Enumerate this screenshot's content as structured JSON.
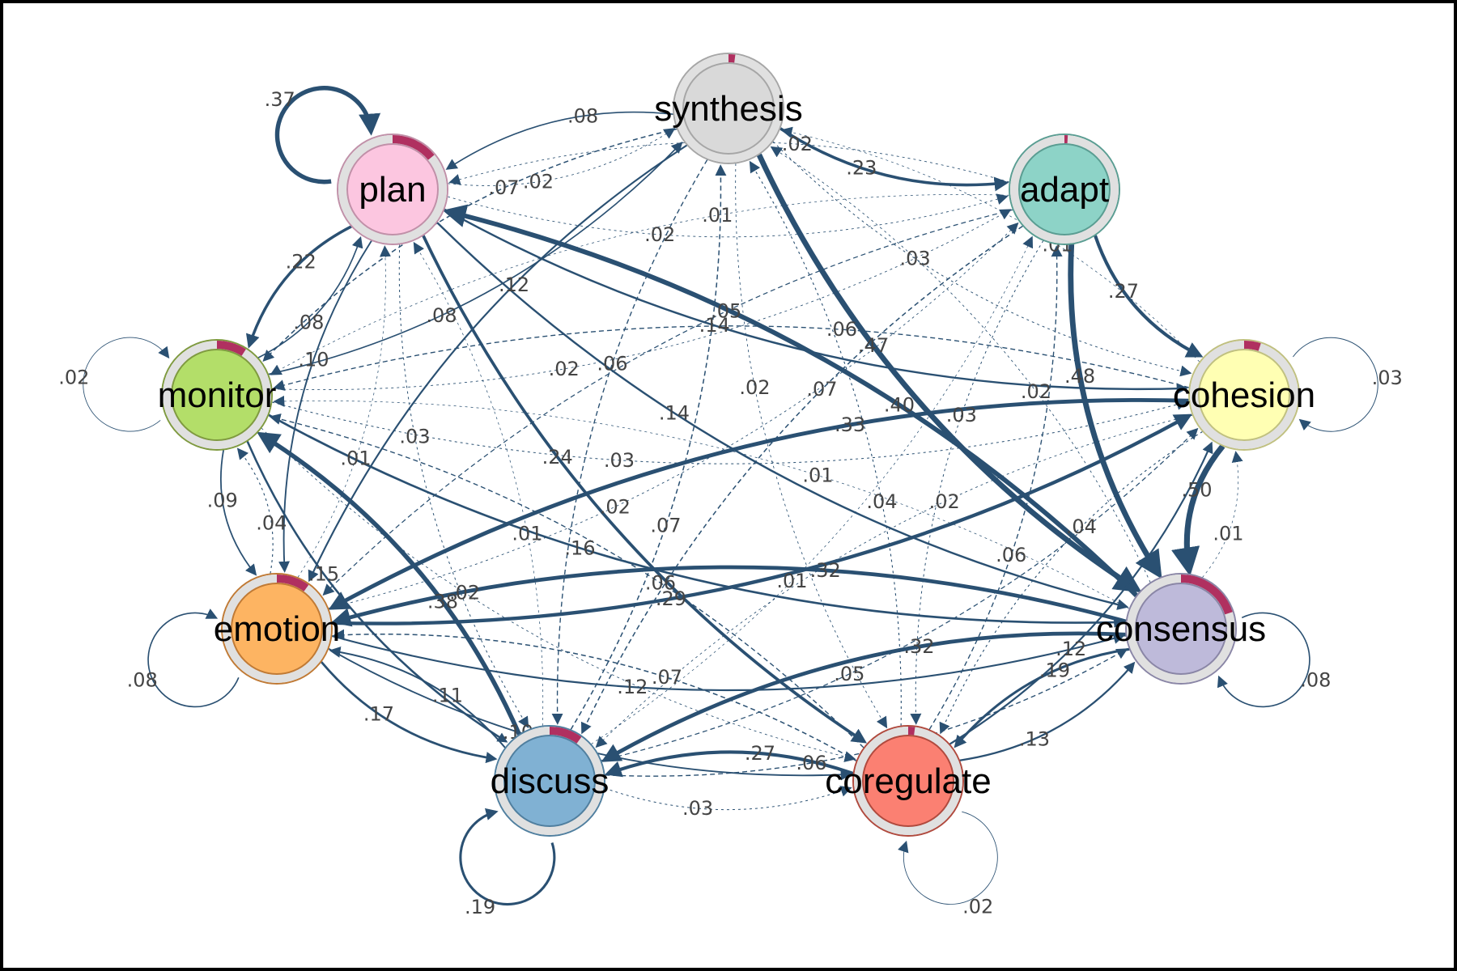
{
  "colors": {
    "edge": "#2a5072",
    "pie": "#b03060",
    "ring": "#e0e0e0"
  },
  "nodes": [
    {
      "id": "synthesis",
      "label": "synthesis",
      "fill": "#d9d9d9",
      "stroke": "#a6a6a6",
      "pie": 0.02
    },
    {
      "id": "plan",
      "label": "plan",
      "fill": "#fcc6e0",
      "stroke": "#c090a8",
      "pie": 0.14
    },
    {
      "id": "adapt",
      "label": "adapt",
      "fill": "#8dd3c7",
      "stroke": "#5a9d92",
      "pie": 0.01
    },
    {
      "id": "monitor",
      "label": "monitor",
      "fill": "#b3de69",
      "stroke": "#7f9a40",
      "pie": 0.09
    },
    {
      "id": "cohesion",
      "label": "cohesion",
      "fill": "#ffffb3",
      "stroke": "#c0c080",
      "pie": 0.05
    },
    {
      "id": "emotion",
      "label": "emotion",
      "fill": "#fdb462",
      "stroke": "#c07a35",
      "pie": 0.1
    },
    {
      "id": "consensus",
      "label": "consensus",
      "fill": "#bebada",
      "stroke": "#8a86a6",
      "pie": 0.2
    },
    {
      "id": "discuss",
      "label": "discuss",
      "fill": "#80b1d3",
      "stroke": "#507f9f",
      "pie": 0.1
    },
    {
      "id": "coregulate",
      "label": "coregulate",
      "fill": "#fb8072",
      "stroke": "#b04a3e",
      "pie": 0.02
    }
  ],
  "self_loops": [
    {
      "node": "plan",
      "label": ".37",
      "weight": 0.37
    },
    {
      "node": "monitor",
      "label": ".02",
      "weight": 0.02
    },
    {
      "node": "cohesion",
      "label": ".03",
      "weight": 0.03
    },
    {
      "node": "emotion",
      "label": ".08",
      "weight": 0.08
    },
    {
      "node": "consensus",
      "label": ".08",
      "weight": 0.08
    },
    {
      "node": "discuss",
      "label": ".19",
      "weight": 0.19
    },
    {
      "node": "coregulate",
      "label": ".02",
      "weight": 0.02
    }
  ],
  "edges": [
    {
      "from": "synthesis",
      "to": "plan",
      "label": ".08",
      "weight": 0.08
    },
    {
      "from": "synthesis",
      "to": "adapt",
      "label": ".23",
      "weight": 0.23
    },
    {
      "from": "adapt",
      "to": "plan",
      "label": ".02",
      "weight": 0.02
    },
    {
      "from": "plan",
      "to": "synthesis",
      "label": ".02",
      "weight": 0.02
    },
    {
      "from": "consensus",
      "to": "plan",
      "label": ".40",
      "weight": 0.4
    },
    {
      "from": "plan",
      "to": "consensus",
      "label": ".14",
      "weight": 0.14
    },
    {
      "from": "plan",
      "to": "cohesion",
      "label": ".14",
      "weight": 0.14
    },
    {
      "from": "adapt",
      "to": "cohesion",
      "label": ".27",
      "weight": 0.27
    },
    {
      "from": "adapt",
      "to": "consensus",
      "label": ".48",
      "weight": 0.48
    },
    {
      "from": "synthesis",
      "to": "consensus",
      "label": ".47",
      "weight": 0.47
    },
    {
      "from": "synthesis",
      "to": "cohesion",
      "label": ".03",
      "weight": 0.03
    },
    {
      "from": "plan",
      "to": "monitor",
      "label": ".22",
      "weight": 0.22
    },
    {
      "from": "monitor",
      "to": "plan",
      "label": ".08",
      "weight": 0.08
    },
    {
      "from": "plan",
      "to": "emotion",
      "label": ".10",
      "weight": 0.1
    },
    {
      "from": "emotion",
      "to": "plan",
      "label": ".01",
      "weight": 0.01
    },
    {
      "from": "plan",
      "to": "coregulate",
      "label": ".24",
      "weight": 0.24
    },
    {
      "from": "plan",
      "to": "discuss",
      "label": ".03",
      "weight": 0.03
    },
    {
      "from": "discuss",
      "to": "plan",
      "label": ".01",
      "weight": 0.01
    },
    {
      "from": "adapt",
      "to": "monitor",
      "label": ".01",
      "weight": 0.01
    },
    {
      "from": "monitor",
      "to": "adapt",
      "label": ".02",
      "weight": 0.02
    },
    {
      "from": "cohesion",
      "to": "monitor",
      "label": ".06",
      "weight": 0.06
    },
    {
      "from": "monitor",
      "to": "cohesion",
      "label": ".03",
      "weight": 0.03
    },
    {
      "from": "monitor",
      "to": "consensus",
      "label": ".16",
      "weight": 0.16
    },
    {
      "from": "consensus",
      "to": "monitor",
      "label": ".01",
      "weight": 0.01
    },
    {
      "from": "cohesion",
      "to": "emotion",
      "label": ".33",
      "weight": 0.33
    },
    {
      "from": "emotion",
      "to": "cohesion",
      "label": ".29",
      "weight": 0.29
    },
    {
      "from": "cohesion",
      "to": "consensus",
      "label": ".50",
      "weight": 0.5
    },
    {
      "from": "consensus",
      "to": "cohesion",
      "label": ".01",
      "weight": 0.01
    },
    {
      "from": "cohesion",
      "to": "discuss",
      "label": ".02",
      "weight": 0.02
    },
    {
      "from": "discuss",
      "to": "cohesion",
      "label": ".05",
      "weight": 0.05
    },
    {
      "from": "cohesion",
      "to": "coregulate",
      "label": ".04",
      "weight": 0.04
    },
    {
      "from": "monitor",
      "to": "emotion",
      "label": ".09",
      "weight": 0.09
    },
    {
      "from": "emotion",
      "to": "monitor",
      "label": ".04",
      "weight": 0.04
    },
    {
      "from": "monitor",
      "to": "discuss",
      "label": ".15",
      "weight": 0.15
    },
    {
      "from": "discuss",
      "to": "monitor",
      "label": ".38",
      "weight": 0.38
    },
    {
      "from": "monitor",
      "to": "coregulate",
      "label": ".02",
      "weight": 0.02
    },
    {
      "from": "synthesis",
      "to": "monitor",
      "label": ".07",
      "weight": 0.07
    },
    {
      "from": "consensus",
      "to": "emotion",
      "label": ".32",
      "weight": 0.32
    },
    {
      "from": "emotion",
      "to": "consensus",
      "label": ".12",
      "weight": 0.12
    },
    {
      "from": "emotion",
      "to": "discuss",
      "label": ".17",
      "weight": 0.17
    },
    {
      "from": "discuss",
      "to": "emotion",
      "label": ".11",
      "weight": 0.11
    },
    {
      "from": "emotion",
      "to": "coregulate",
      "label": ".10",
      "weight": 0.1
    },
    {
      "from": "coregulate",
      "to": "emotion",
      "label": ".07",
      "weight": 0.07
    },
    {
      "from": "consensus",
      "to": "discuss",
      "label": ".32",
      "weight": 0.32
    },
    {
      "from": "discuss",
      "to": "consensus",
      "label": ".06",
      "weight": 0.06
    },
    {
      "from": "consensus",
      "to": "coregulate",
      "label": ".19",
      "weight": 0.19
    },
    {
      "from": "coregulate",
      "to": "consensus",
      "label": ".13",
      "weight": 0.13
    },
    {
      "from": "discuss",
      "to": "coregulate",
      "label": ".03",
      "weight": 0.03
    },
    {
      "from": "coregulate",
      "to": "discuss",
      "label": ".27",
      "weight": 0.27
    },
    {
      "from": "synthesis",
      "to": "discuss",
      "label": ".06",
      "weight": 0.06
    },
    {
      "from": "discuss",
      "to": "synthesis",
      "label": ".07",
      "weight": 0.07
    },
    {
      "from": "synthesis",
      "to": "coregulate",
      "label": ".02",
      "weight": 0.02
    },
    {
      "from": "coregulate",
      "to": "synthesis",
      "label": ".04",
      "weight": 0.04
    },
    {
      "from": "adapt",
      "to": "discuss",
      "label": ".07",
      "weight": 0.07
    },
    {
      "from": "adapt",
      "to": "emotion",
      "label": ".05",
      "weight": 0.05
    },
    {
      "from": "emotion",
      "to": "adapt",
      "label": ".02",
      "weight": 0.02
    },
    {
      "from": "adapt",
      "to": "coregulate",
      "label": ".03",
      "weight": 0.03
    },
    {
      "from": "coregulate",
      "to": "adapt",
      "label": ".06",
      "weight": 0.06
    },
    {
      "from": "synthesis",
      "to": "emotion",
      "label": ".12",
      "weight": 0.12
    },
    {
      "from": "cohesion",
      "to": "synthesis",
      "label": ".01",
      "weight": 0.01
    },
    {
      "from": "discuss",
      "to": "adapt",
      "label": ".01",
      "weight": 0.01
    },
    {
      "from": "consensus",
      "to": "synthesis",
      "label": ".02",
      "weight": 0.02
    },
    {
      "from": "coregulate",
      "to": "cohesion",
      "label": ".12",
      "weight": 0.12
    },
    {
      "from": "plan",
      "to": "adapt",
      "label": ".02",
      "weight": 0.02
    },
    {
      "from": "coregulate",
      "to": "monitor",
      "label": ".06",
      "weight": 0.06
    },
    {
      "from": "monitor",
      "to": "synthesis",
      "label": ".08",
      "weight": 0.08
    }
  ]
}
